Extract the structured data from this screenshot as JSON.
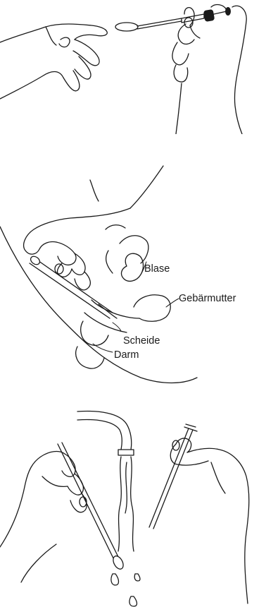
{
  "colors": {
    "ink": "#1a1a1a",
    "background": "#ffffff"
  },
  "panels": [
    {
      "name": "hands-holding-swab-and-tube"
    },
    {
      "name": "anatomical-insertion-diagram"
    },
    {
      "name": "rinsing-swab-under-water"
    }
  ],
  "anatomy_labels": {
    "blase": "Blase",
    "gebaermutter": "Gebärmutter",
    "scheide": "Scheide",
    "darm": "Darm"
  }
}
